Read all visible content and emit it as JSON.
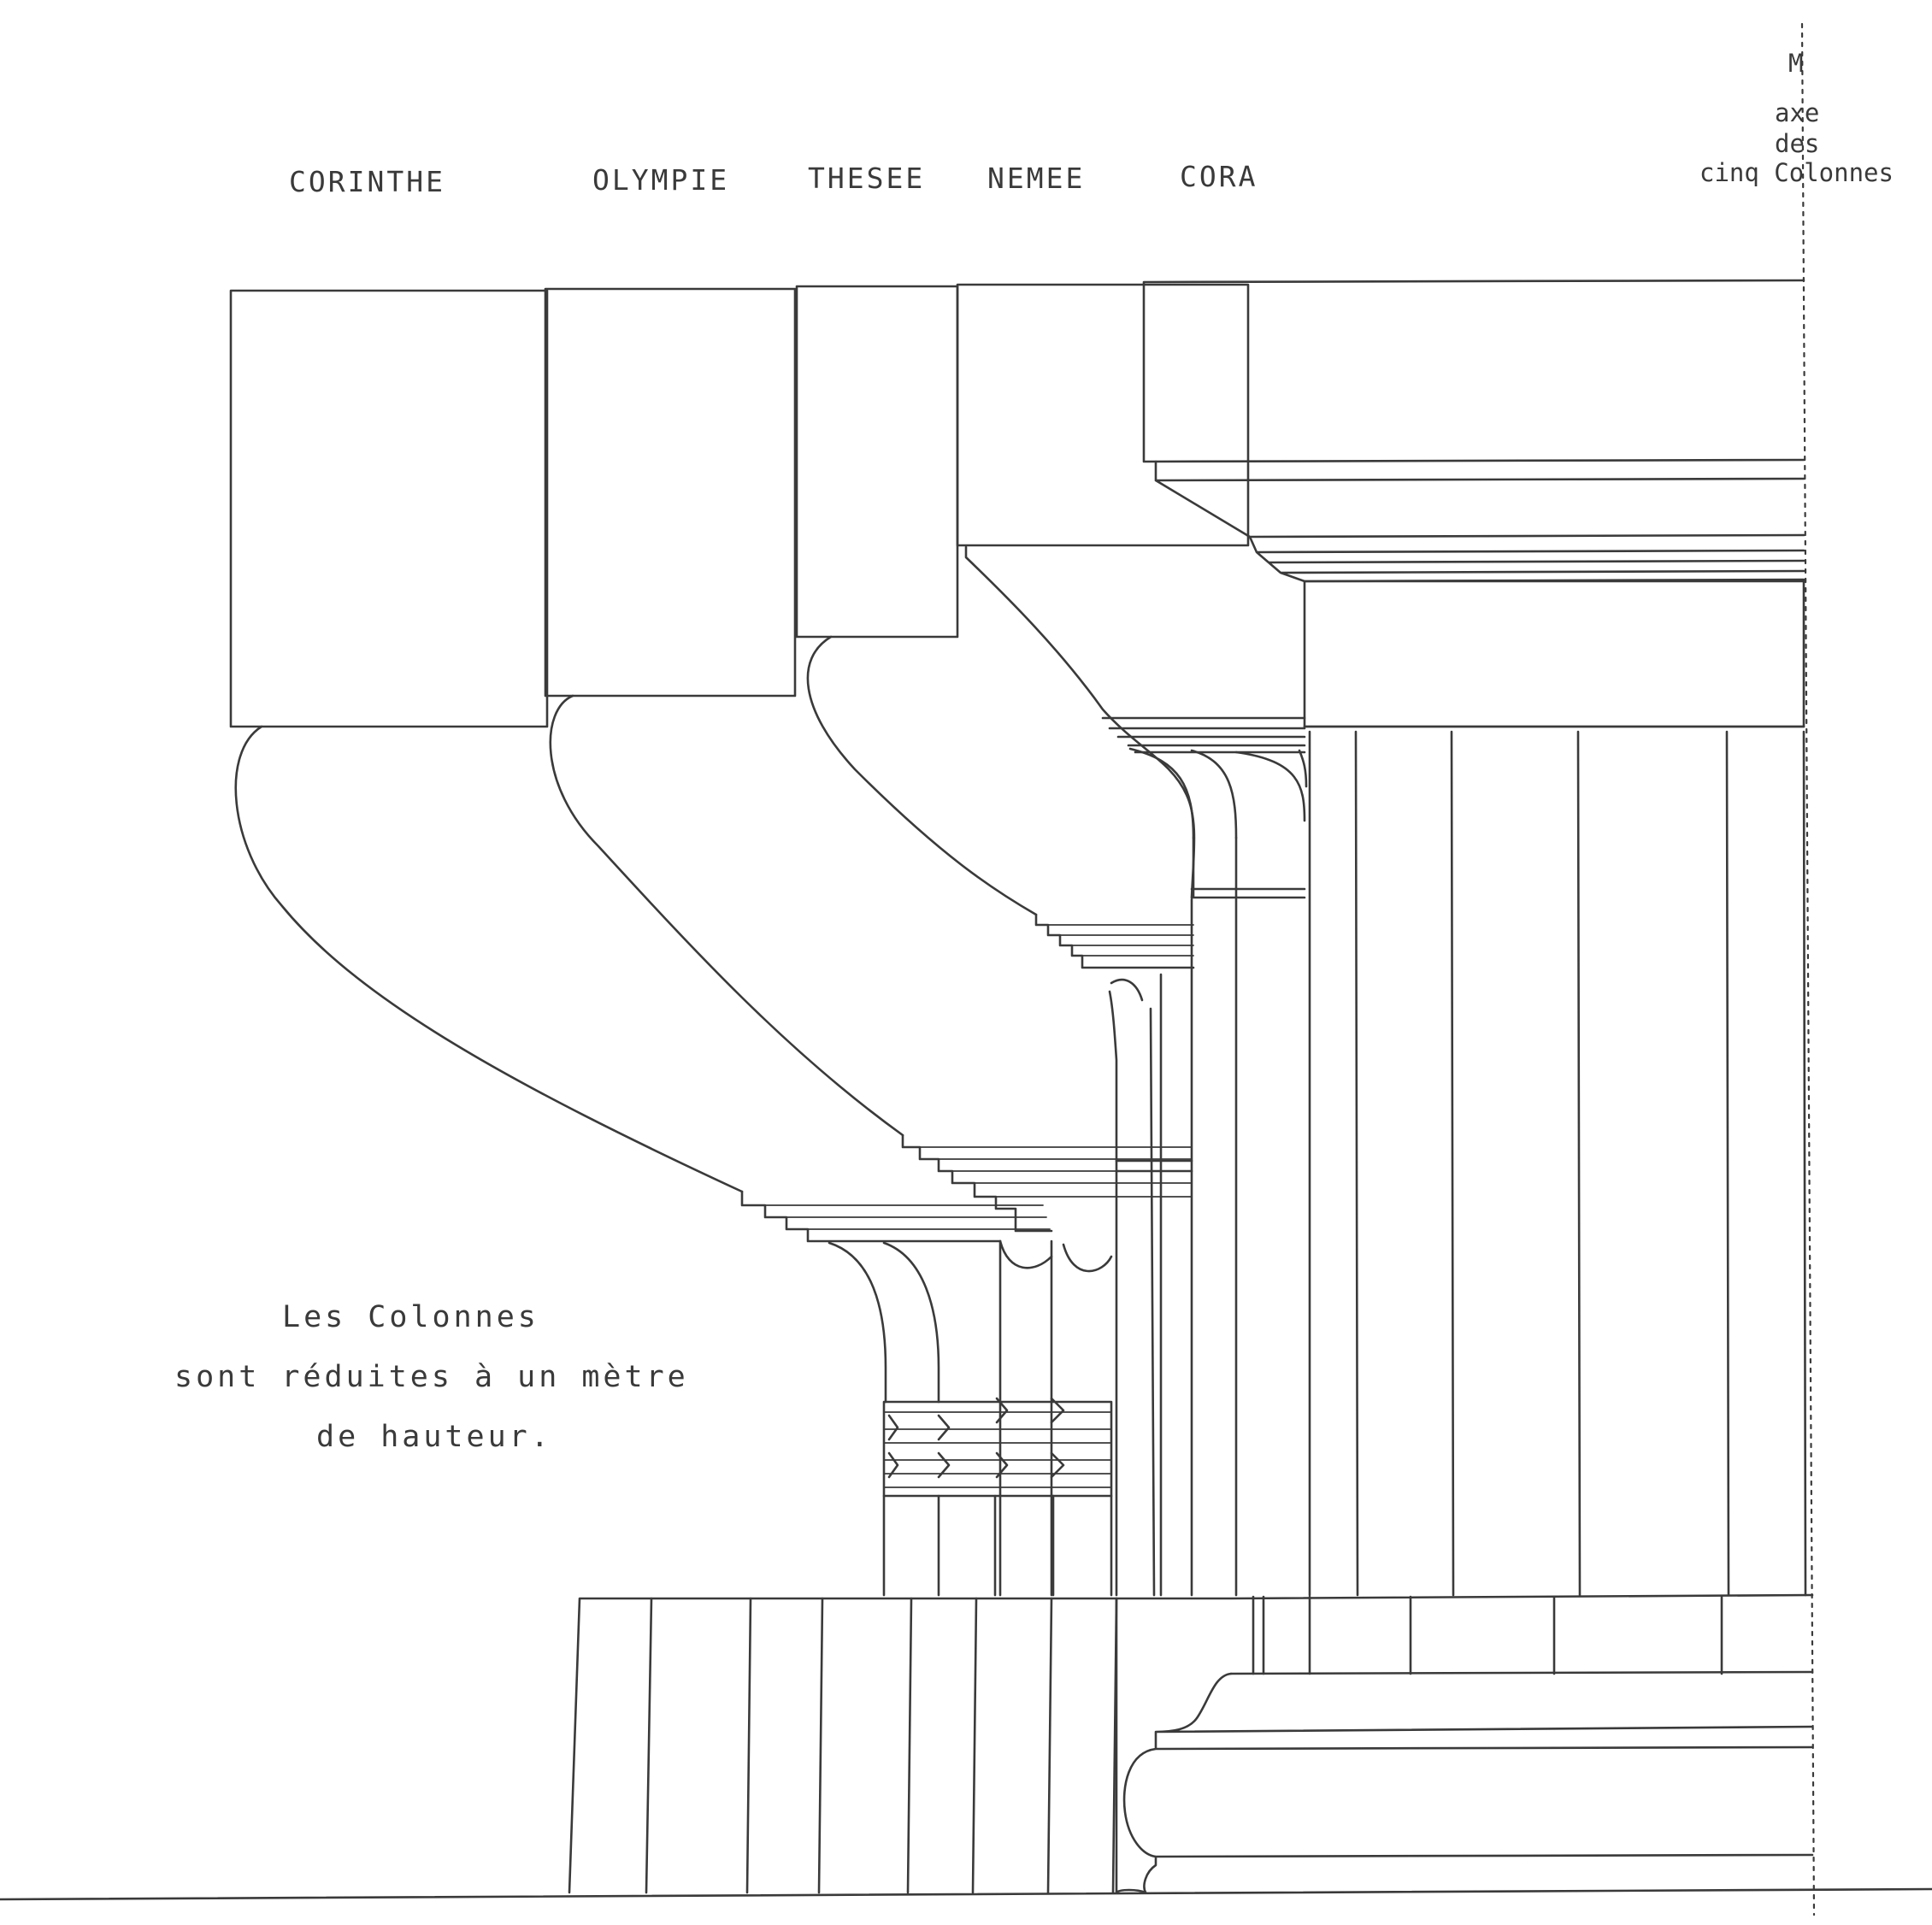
{
  "column_labels": {
    "corinthe": "CORINTHE",
    "olympie": "OLYMPIE",
    "thesee": "THESEE",
    "nemee": "NEMEE",
    "cora": "CORA"
  },
  "axis": {
    "letter": "M",
    "line1": "axe",
    "line2": "des",
    "line3": "cinq Colonnes"
  },
  "note": {
    "line1": "Les Colonnes",
    "line2": "sont réduites à un mètre",
    "line3": "de hauteur."
  },
  "colors": {
    "ink": "#3a3a3a",
    "paper": "#ffffff"
  }
}
